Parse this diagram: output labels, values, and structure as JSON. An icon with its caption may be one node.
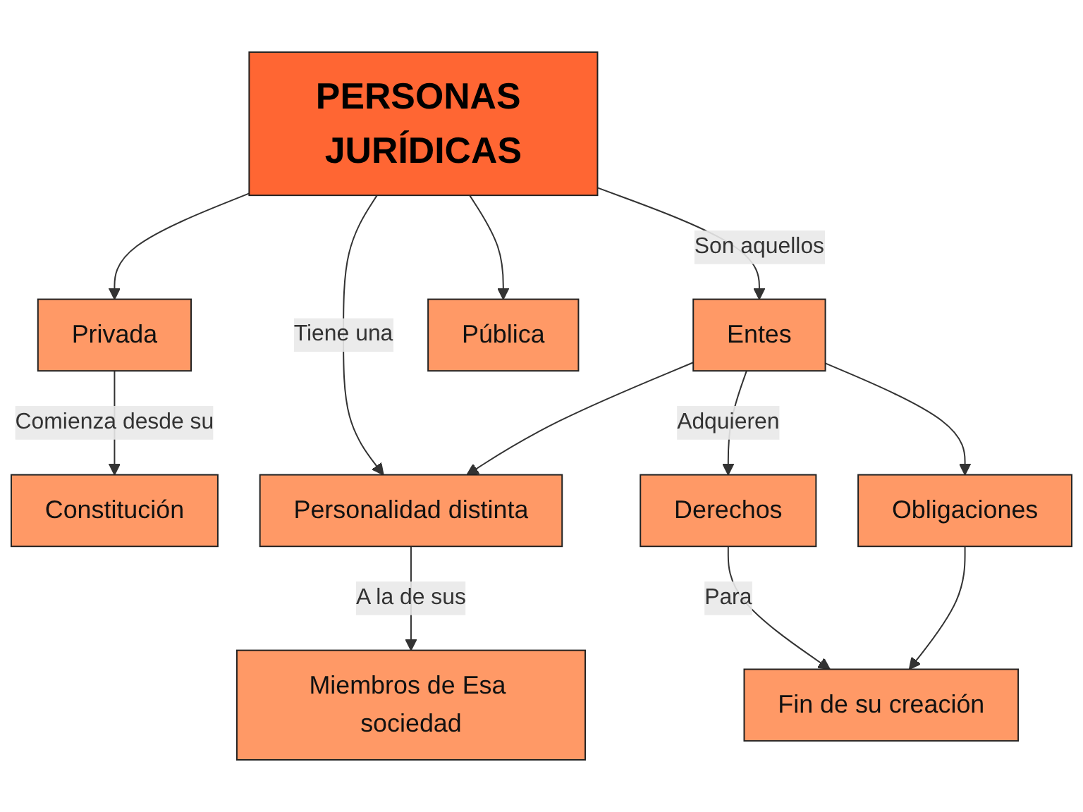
{
  "diagram": {
    "nodes": [
      {
        "text": [
          "PERSONAS JURÍDICAS"
        ]
      },
      {
        "text": [
          "Privada"
        ]
      },
      {
        "text": [
          "Entes"
        ]
      },
      {
        "text": [
          "Constitución"
        ]
      },
      {
        "text": [
          "Personalidad distinta"
        ]
      },
      {
        "text": [
          "Derechos"
        ]
      },
      {
        "text": [
          "Obligaciones"
        ]
      },
      {
        "text": [
          "Pública"
        ]
      },
      {
        "text": [
          "Miembros de Esa sociedad"
        ]
      },
      {
        "text": [
          "Fin de su creación"
        ]
      }
    ],
    "edges": [
      {
        "from": 0,
        "to": 1,
        "arrow": "to"
      },
      {
        "from": 0,
        "to": 2,
        "arrow": "to",
        "label": "Son aquellos"
      },
      {
        "from": 1,
        "to": 3,
        "arrow": "to",
        "label": "Comienza desde su"
      },
      {
        "from": 0,
        "to": 4,
        "arrow": "to",
        "label": "Tiene una"
      },
      {
        "from": 2,
        "to": 4,
        "arrow": "to"
      },
      {
        "from": 2,
        "to": 5,
        "arrow": "to",
        "label": "Adquieren"
      },
      {
        "from": 2,
        "to": 6,
        "arrow": "to"
      },
      {
        "from": 0,
        "to": 7,
        "arrow": "to"
      },
      {
        "from": 4,
        "to": 8,
        "arrow": "to",
        "label": "A la de sus"
      },
      {
        "from": 5,
        "to": 9,
        "arrow": "to",
        "label": "Para"
      },
      {
        "from": 6,
        "to": 9,
        "arrow": "to"
      }
    ]
  }
}
